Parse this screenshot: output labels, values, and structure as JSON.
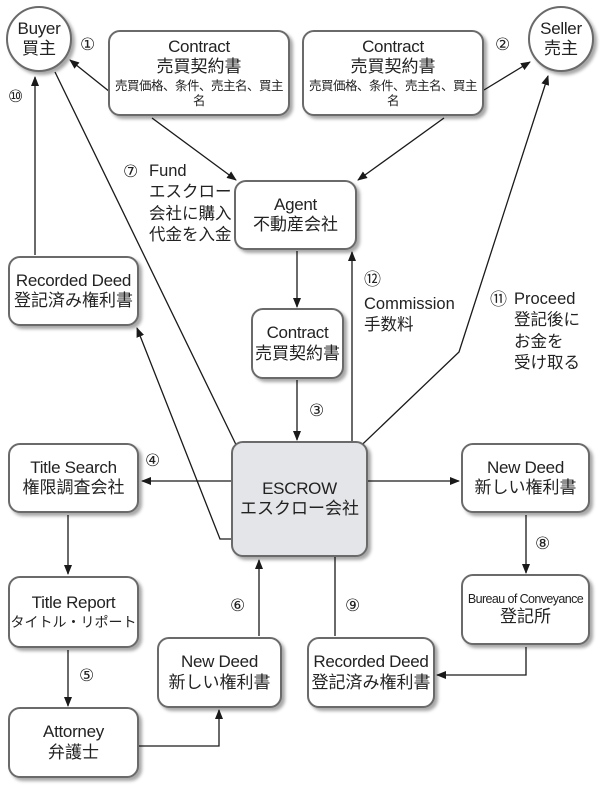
{
  "diagram": {
    "nodes": {
      "buyer": {
        "en": "Buyer",
        "ja": "買主"
      },
      "seller": {
        "en": "Seller",
        "ja": "売主"
      },
      "contract_left": {
        "en": "Contract",
        "ja": "売買契約書",
        "sub": "売買価格、条件、売主名、買主名"
      },
      "contract_right": {
        "en": "Contract",
        "ja": "売買契約書",
        "sub": "売買価格、条件、売主名、買主名"
      },
      "agent": {
        "en": "Agent",
        "ja": "不動産会社"
      },
      "contract_mid": {
        "en": "Contract",
        "ja": "売買契約書"
      },
      "escrow": {
        "en": "ESCROW",
        "ja": "エスクロー会社"
      },
      "recorded_deed_left": {
        "en": "Recorded Deed",
        "ja": "登記済み権利書"
      },
      "title_search": {
        "en": "Title Search",
        "ja": "権限調査会社"
      },
      "title_report": {
        "en": "Title Report",
        "ja": "タイトル・リポート"
      },
      "attorney": {
        "en": "Attorney",
        "ja": "弁護士"
      },
      "new_deed_bottom": {
        "en": "New Deed",
        "ja": "新しい権利書"
      },
      "recorded_deed_bottom": {
        "en": "Recorded Deed",
        "ja": "登記済み権利書"
      },
      "new_deed_right": {
        "en": "New Deed",
        "ja": "新しい権利書"
      },
      "bureau": {
        "en": "Bureau of Conveyance",
        "ja": "登記所"
      }
    },
    "step_numbers": {
      "s1": "①",
      "s2": "②",
      "s3": "③",
      "s4": "④",
      "s5": "⑤",
      "s6": "⑥",
      "s7": "⑦",
      "s8": "⑧",
      "s9": "⑨",
      "s10": "⑩",
      "s11": "⑪",
      "s12": "⑫"
    },
    "notes": {
      "fund": [
        "Fund",
        "エスクロー",
        "会社に購入",
        "代金を入金"
      ],
      "commission": [
        "Commission",
        "手数料"
      ],
      "proceed": [
        "Proceed",
        "登記後に",
        "お金を",
        "受け取る"
      ]
    }
  }
}
